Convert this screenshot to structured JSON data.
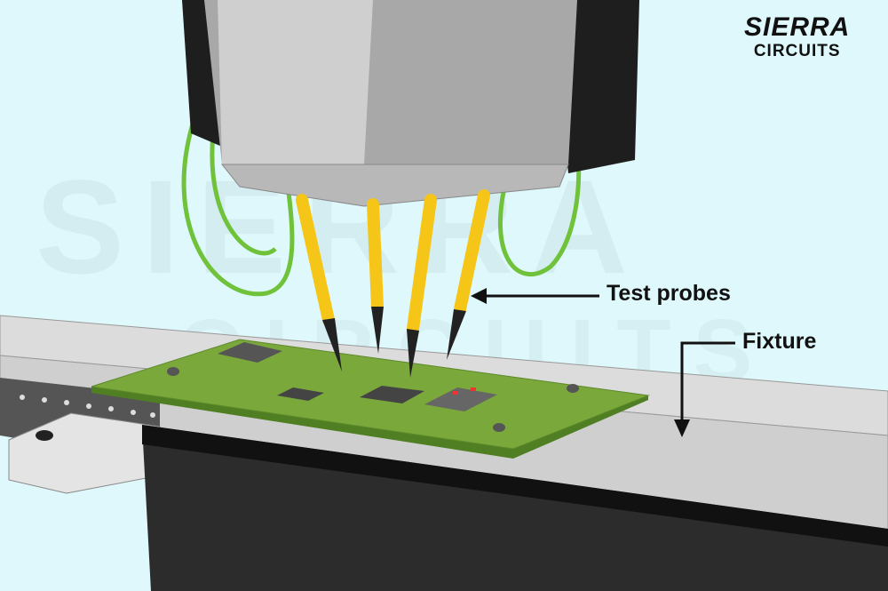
{
  "logo": {
    "line1": "SIERRA",
    "line2": "CIRCUITS"
  },
  "watermark": {
    "line1": "SIERRA",
    "line2": "CIRCUITS"
  },
  "labels": {
    "test_probes": "Test probes",
    "fixture": "Fixture"
  },
  "colors": {
    "background": "#def8fb",
    "pcb": "#7aa83a",
    "probe": "#f5c518",
    "wire": "#6fc23a",
    "head": "#a8a8a8"
  }
}
